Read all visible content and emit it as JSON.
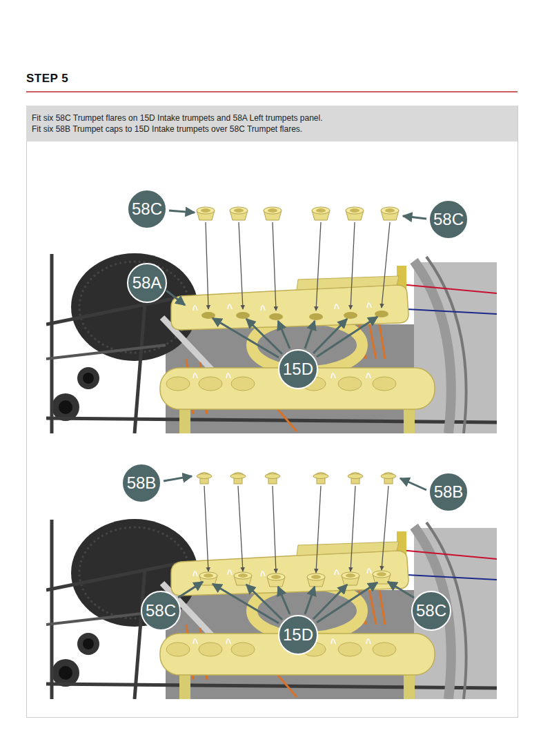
{
  "diagram": {
    "title": "STEP 5",
    "nodes": [
      {
        "text": [
          "Fit six 58C Trumpet flares on 15D Intake trumpets and 58A Left trumpets panel.",
          "Fit six 58B Trumpet caps to 15D Intake trumpets over 58C Trumpet flares."
        ]
      },
      {
        "text": [
          "58C"
        ]
      },
      {
        "text": [
          "58C"
        ]
      },
      {
        "text": [
          "58A"
        ]
      },
      {
        "text": [
          "15D"
        ]
      },
      {
        "text": [
          "58B"
        ]
      },
      {
        "text": [
          "58B"
        ]
      },
      {
        "text": [
          "58C"
        ]
      },
      {
        "text": [
          "15D"
        ]
      },
      {
        "text": [
          "58C"
        ]
      }
    ]
  }
}
